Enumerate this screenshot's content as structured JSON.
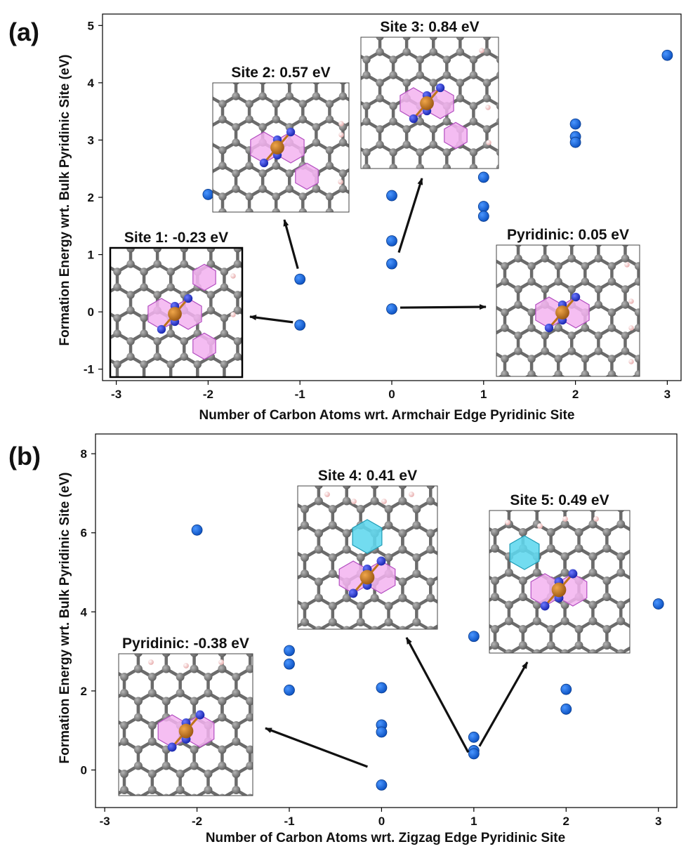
{
  "colors": {
    "point": "#1463d6",
    "point_edge": "#0a3c8c",
    "carbon": "#7d7d7d",
    "nitrogen": "#2233cc",
    "metal": "#c0731a",
    "hydrogen": "#f3c6c6",
    "pentagon_fill": "#f3b3f0",
    "heptagon_fill": "#5fd7ee",
    "bond": "#6b6b6b",
    "arrow": "#111111"
  },
  "chart_data": [
    {
      "panel_label": "(a)",
      "type": "scatter",
      "xlabel": "Number of Carbon Atoms wrt. Armchair Edge Pyridinic Site",
      "ylabel": "Formation Energy wrt. Bulk Pyridinic Site (eV)",
      "xlim": [
        -3.15,
        3.15
      ],
      "ylim": [
        -1.2,
        5.2
      ],
      "x_ticks": [
        -3,
        -2,
        -1,
        0,
        1,
        2,
        3
      ],
      "y_ticks": [
        -1,
        0,
        1,
        2,
        3,
        4,
        5
      ],
      "x_tick_labels": [
        "-3",
        "-2",
        "-1",
        "0",
        "1",
        "2",
        "3"
      ],
      "y_tick_labels": [
        "-1",
        "0",
        "1",
        "2",
        "3",
        "4",
        "5"
      ],
      "points": [
        {
          "x": -2,
          "y": 2.05
        },
        {
          "x": -1,
          "y": 0.57
        },
        {
          "x": -1,
          "y": -0.23
        },
        {
          "x": 0,
          "y": 2.03
        },
        {
          "x": 0,
          "y": 1.24
        },
        {
          "x": 0,
          "y": 0.84
        },
        {
          "x": 0,
          "y": 0.05
        },
        {
          "x": 1,
          "y": 2.35
        },
        {
          "x": 1,
          "y": 1.84
        },
        {
          "x": 1,
          "y": 1.67
        },
        {
          "x": 2,
          "y": 3.28
        },
        {
          "x": 2,
          "y": 3.06
        },
        {
          "x": 2,
          "y": 2.96
        },
        {
          "x": 3,
          "y": 4.48
        }
      ],
      "insets": [
        {
          "title": "Site 1: -0.23 eV",
          "structure": "site1",
          "highlight_border": true
        },
        {
          "title": "Site 2: 0.57 eV",
          "structure": "site2"
        },
        {
          "title": "Site 3: 0.84 eV",
          "structure": "site3"
        },
        {
          "title": "Pyridinic: 0.05 eV",
          "structure": "pyridinic-armchair"
        }
      ]
    },
    {
      "panel_label": "(b)",
      "type": "scatter",
      "xlabel": "Number of Carbon Atoms wrt. Zigzag Edge Pyridinic Site",
      "ylabel": "Formation Energy wrt. Bulk Pyridinic Site (eV)",
      "xlim": [
        -3.1,
        3.2
      ],
      "ylim": [
        -0.95,
        8.5
      ],
      "x_ticks": [
        -3,
        -2,
        -1,
        0,
        1,
        2,
        3
      ],
      "y_ticks": [
        0,
        2,
        4,
        6,
        8
      ],
      "x_tick_labels": [
        "-3",
        "-2",
        "-1",
        "0",
        "1",
        "2",
        "3"
      ],
      "y_tick_labels": [
        "0",
        "2",
        "4",
        "6",
        "8"
      ],
      "points": [
        {
          "x": -2,
          "y": 6.07
        },
        {
          "x": -1,
          "y": 3.02
        },
        {
          "x": -1,
          "y": 2.68
        },
        {
          "x": -1,
          "y": 2.02
        },
        {
          "x": 0,
          "y": 2.08
        },
        {
          "x": 0,
          "y": 1.14
        },
        {
          "x": 0,
          "y": 0.96
        },
        {
          "x": 0,
          "y": -0.38
        },
        {
          "x": 1,
          "y": 3.38
        },
        {
          "x": 1,
          "y": 0.83
        },
        {
          "x": 1,
          "y": 0.49
        },
        {
          "x": 1,
          "y": 0.41
        },
        {
          "x": 2,
          "y": 2.04
        },
        {
          "x": 2,
          "y": 1.54
        },
        {
          "x": 3,
          "y": 4.2
        }
      ],
      "insets": [
        {
          "title": "Site 4: 0.41 eV",
          "structure": "site4"
        },
        {
          "title": "Site 5: 0.49 eV",
          "structure": "site5"
        },
        {
          "title": "Pyridinic: -0.38 eV",
          "structure": "pyridinic-zigzag"
        }
      ]
    }
  ]
}
